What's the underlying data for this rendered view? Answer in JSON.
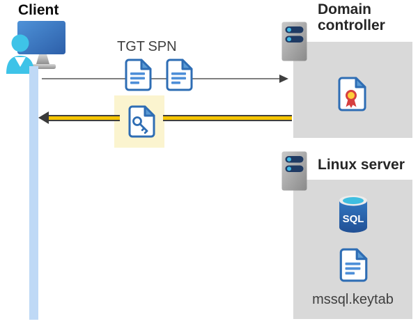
{
  "diagram": {
    "client": {
      "label": "Client"
    },
    "tickets": {
      "tgt_label": "TGT",
      "spn_label": "SPN"
    },
    "domain_controller": {
      "label": "Domain controller"
    },
    "linux_server": {
      "label": "Linux server",
      "sql_badge": "SQL",
      "keytab_label": "mssql.keytab"
    },
    "colors": {
      "doc_blue": "#2e6db4",
      "doc_fold_blue": "#5b9bd5",
      "doc_line_blue": "#4e8fd8",
      "person_cyan": "#3ec3e8",
      "lifeline_blue": "#bfd9f6",
      "highlight_yellow": "#fbf4cf",
      "arrow_yellow": "#f5c400",
      "arrow_outline": "#3f3f3f",
      "request_arrow_gray": "#7f7f7f",
      "box_gray": "#d9d9d9",
      "sql_blue": "#2e6fb7",
      "sql_top_cyan": "#3fbee0",
      "cert_red": "#d63f3f",
      "cert_yellow": "#ffce3a",
      "server_bar_navy": "#1f3a63",
      "server_dot_cyan": "#3fb9e6"
    }
  }
}
